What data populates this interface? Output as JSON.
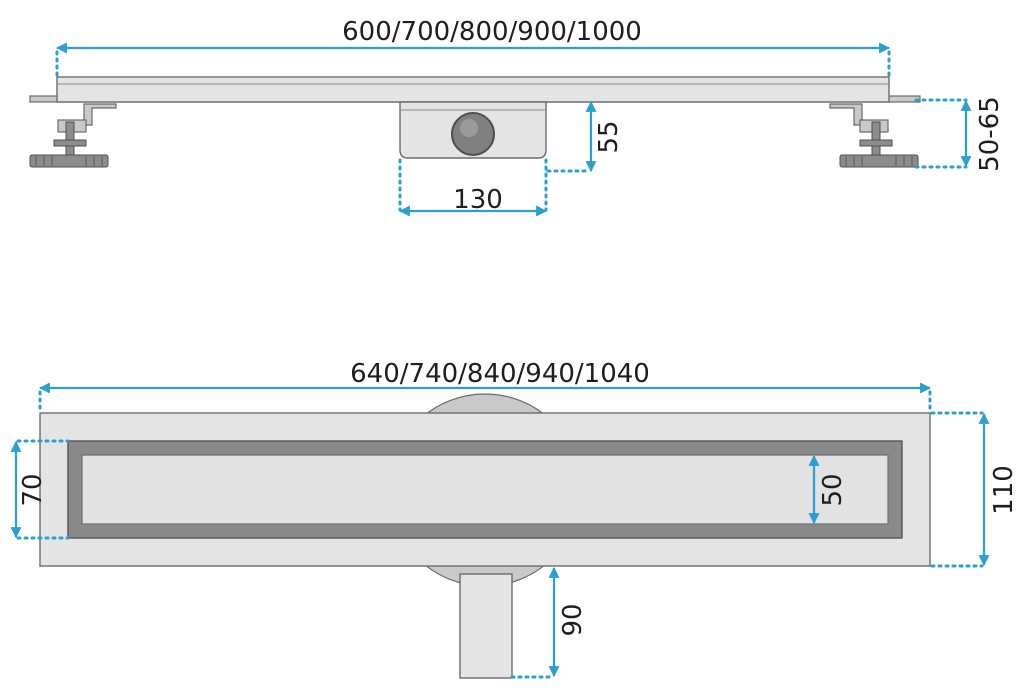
{
  "colors": {
    "dimension": "#2a9fd2",
    "outline": "#666666",
    "steel": "#e4e4e4",
    "grate": "#8a8a8a",
    "text": "#1e1e1e"
  },
  "side_view": {
    "total_length": "600/700/800/900/1000",
    "outlet_width": "130",
    "outlet_height": "55",
    "leg_height": "50-65"
  },
  "top_view": {
    "total_length": "640/740/840/940/1040",
    "total_width": "110",
    "frame_width": "70",
    "grate_width": "50",
    "outlet_length": "90"
  }
}
